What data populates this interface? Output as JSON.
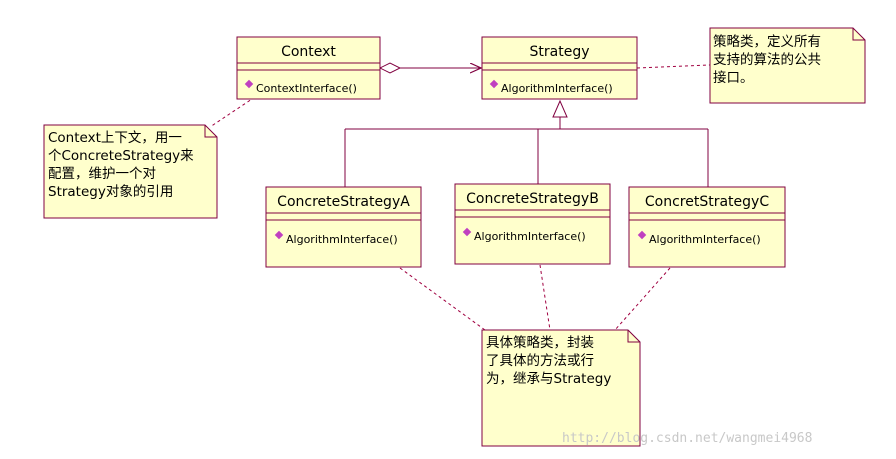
{
  "classes": {
    "context": {
      "name": "Context",
      "operation": "ContextInterface()"
    },
    "strategy": {
      "name": "Strategy",
      "operation": "AlgorithmInterface()"
    },
    "concrete_a": {
      "name": "ConcreteStrategyA",
      "operation": "AlgorithmInterface()"
    },
    "concrete_b": {
      "name": "ConcreteStrategyB",
      "operation": "AlgorithmInterface()"
    },
    "concrete_c": {
      "name": "ConcretStrategyC",
      "operation": "AlgorithmInterface()"
    }
  },
  "notes": {
    "strategy_note": [
      "策略类，定义所有",
      "支持的算法的公共",
      "接口。"
    ],
    "context_note": [
      "Context上下文，用一",
      "个ConcreteStrategy来",
      "配置，维护一个对",
      "Strategy对象的引用"
    ],
    "concrete_note": [
      "具体策略类，封装",
      "了具体的方法或行",
      "为，继承与Strategy"
    ]
  },
  "watermark": "http://blog.csdn.net/wangmei4968",
  "colors": {
    "class_fill": "#ffffcc",
    "border": "#800040",
    "operation_icon": "#c040c0",
    "dashed_link": "#a00040"
  }
}
